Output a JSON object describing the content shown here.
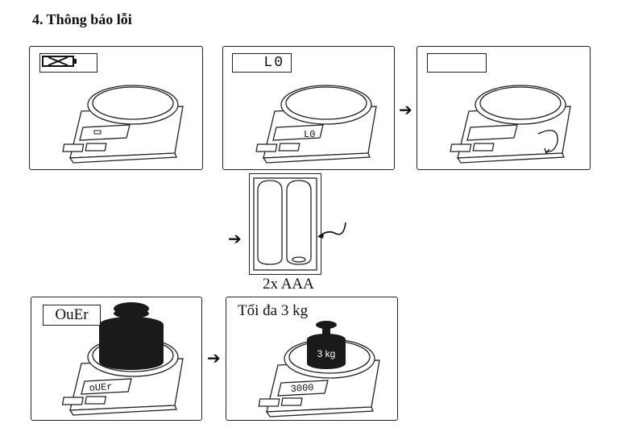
{
  "title": "4. Thông báo lỗi",
  "panels": {
    "p1": {
      "display_icon": "low-battery-icon"
    },
    "p2": {
      "display_text": "L0",
      "scale_display": "L0"
    },
    "p3": {
      "display_text": ""
    },
    "battery": {
      "caption": "2x AAA"
    },
    "overload": {
      "display_text": "OuEr",
      "scale_display": "oUEr"
    },
    "max": {
      "caption": "Tối đa 3 kg",
      "weight_label": "3 kg",
      "scale_display": "3000"
    }
  },
  "colors": {
    "ink": "#111111",
    "weight": "#1a1a1a",
    "background": "#ffffff"
  }
}
